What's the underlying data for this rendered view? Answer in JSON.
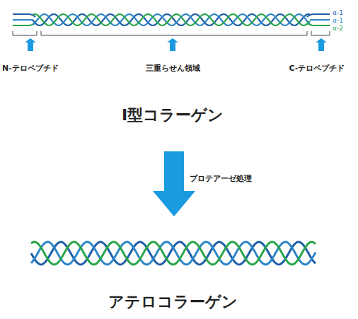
{
  "diagram": {
    "labels": [
      "α-1",
      "α-1",
      "α-2",
      "N-テロペプチド",
      "三重らせん領域",
      "C-テロペプチド",
      "I型コラーゲン",
      "プロテアーゼ処理",
      "アテロコラーゲン"
    ]
  }
}
